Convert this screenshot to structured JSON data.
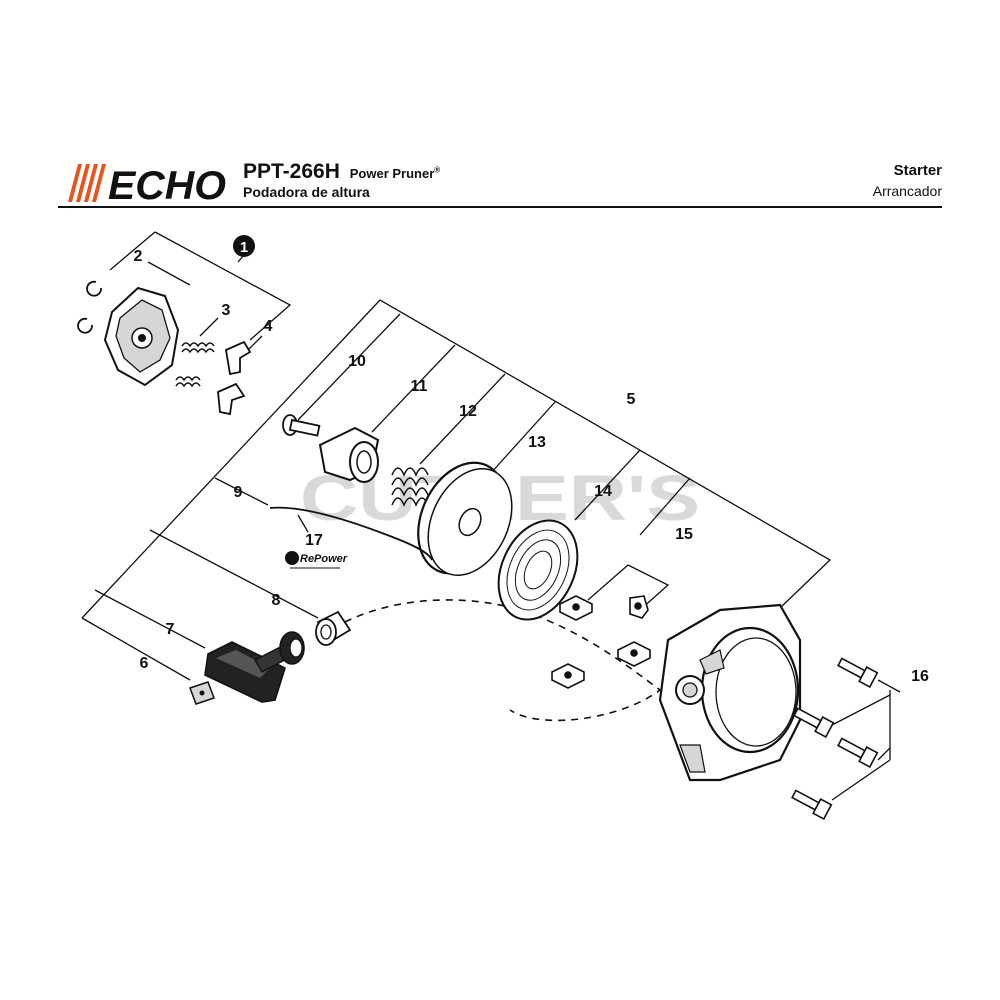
{
  "header": {
    "brand": "ECHO",
    "model": "PPT-266H",
    "product": "Power Pruner",
    "trademark": "®",
    "product_es": "Podadora de altura",
    "section": "Starter",
    "section_es": "Arrancador"
  },
  "watermark": "CUTLER'S",
  "repower_logo": "RePower",
  "callouts": {
    "c1": "1",
    "c2": "2",
    "c3": "3",
    "c4": "4",
    "c5": "5",
    "c6": "6",
    "c7": "7",
    "c8": "8",
    "c9": "9",
    "c10": "10",
    "c11": "11",
    "c12": "12",
    "c13": "13",
    "c14": "14",
    "c15": "15",
    "c16": "16",
    "c17": "17"
  },
  "colors": {
    "brand_orange": "#e8541c",
    "ink": "#111111",
    "part_fill": "#ffffff",
    "part_shade": "#cfcfcf",
    "watermark": "#d9d9d9"
  }
}
